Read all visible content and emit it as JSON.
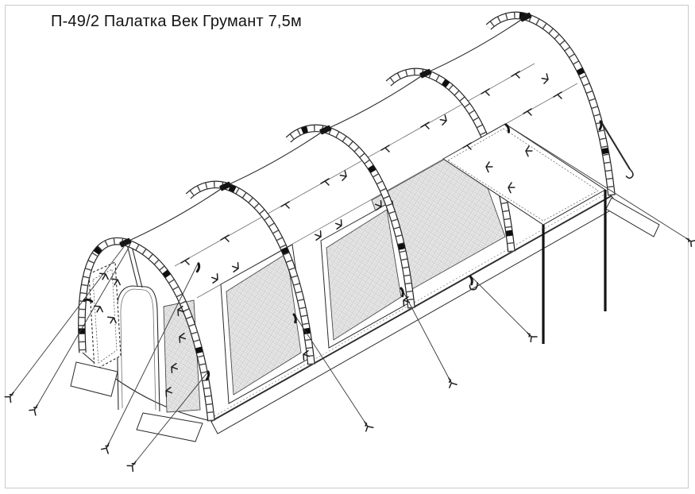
{
  "title": "П-49/2 Палатка Век Грумант 7,5м",
  "colors": {
    "background": "#ffffff",
    "frame_border": "#cbcbcb",
    "line": "#2a2a2a",
    "line_soft": "#6f6f6f",
    "mesh_fill": "#e8e8e8",
    "mesh_grid": "#c2c2c2",
    "fabric": "#ffffff",
    "pole": "#141414",
    "tab": "#151515"
  },
  "diagram": {
    "arch_count": 5,
    "side_mesh_windows": 2,
    "awning_poles": 2,
    "guy_lines": 9,
    "stakes": 8
  }
}
